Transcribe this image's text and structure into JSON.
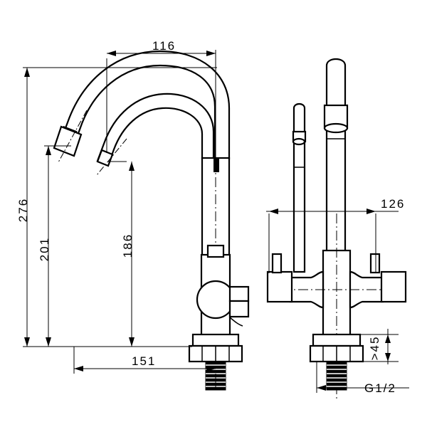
{
  "drawing": {
    "title": "Kitchen Faucet Technical Drawing",
    "views": {
      "left": "side-elevation",
      "right": "front-elevation"
    },
    "line_color": "#000000",
    "background_color": "#ffffff"
  },
  "dimensions": {
    "spout_reach": {
      "label": "116",
      "orientation": "horizontal",
      "view": "left"
    },
    "overall_height": {
      "label": "276",
      "orientation": "vertical",
      "view": "left"
    },
    "main_spout_height": {
      "label": "201",
      "orientation": "vertical",
      "view": "left"
    },
    "secondary_spout_height": {
      "label": "186",
      "orientation": "vertical",
      "view": "left"
    },
    "base_depth": {
      "label": "151",
      "orientation": "horizontal",
      "view": "left"
    },
    "handle_spread": {
      "label": "126",
      "orientation": "horizontal",
      "view": "right"
    },
    "thread_clearance": {
      "label": ">45",
      "orientation": "vertical",
      "view": "right"
    },
    "thread_spec": {
      "label": "G1/2",
      "orientation": "horizontal",
      "view": "right"
    }
  },
  "components": {
    "main_spout": "curved-swan-neck-spout",
    "secondary_spout": "inner-filtered-water-spout",
    "aerator_main": "angled-aerator-cap",
    "aerator_secondary": "small-angled-outlet",
    "riser_column": "vertical-riser-tube",
    "body": "cross-shaped-valve-body",
    "handle_left": "lever-handle-left",
    "handle_right": "lever-handle-right",
    "mounting_nut": "hex-mounting-nut",
    "threaded_shank": "threaded-shank-g-half",
    "tall_tube": "tall-outlet-tube",
    "thin_tube": "thin-outlet-tube",
    "collar_ring": "decorative-collar-ring"
  }
}
